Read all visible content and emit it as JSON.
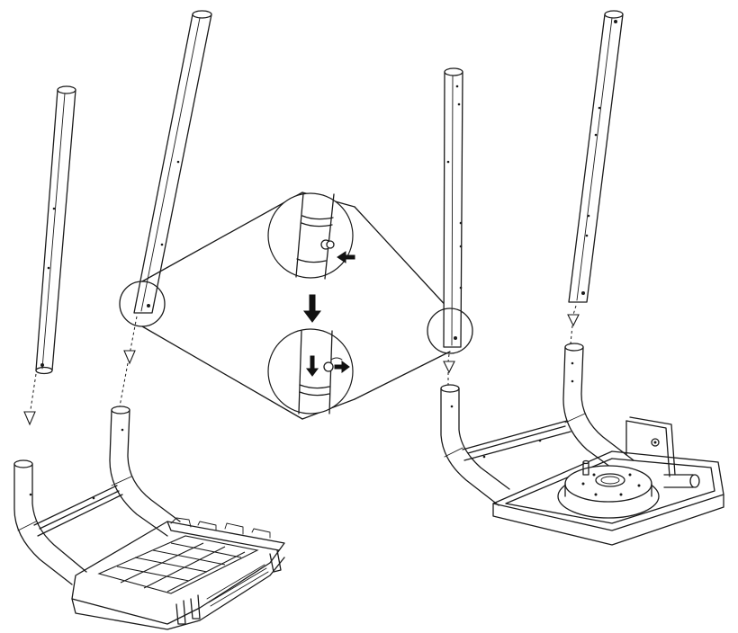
{
  "figure": {
    "kind": "assembly-illustration",
    "line_color": "#1a1a1a",
    "background": "#ffffff",
    "panels": [
      {
        "id": "left-assembly",
        "parts": [
          "upright-tube-left",
          "upright-tube-right",
          "u-frame-base",
          "storage-tray"
        ]
      },
      {
        "id": "detail-inset",
        "steps": [
          "press-spring-button",
          "slide-tube-down-until-button-pops-out"
        ]
      },
      {
        "id": "right-assembly",
        "parts": [
          "upright-tube-left",
          "upright-tube-right",
          "u-frame-base",
          "base-plate-with-turntable"
        ]
      }
    ]
  }
}
